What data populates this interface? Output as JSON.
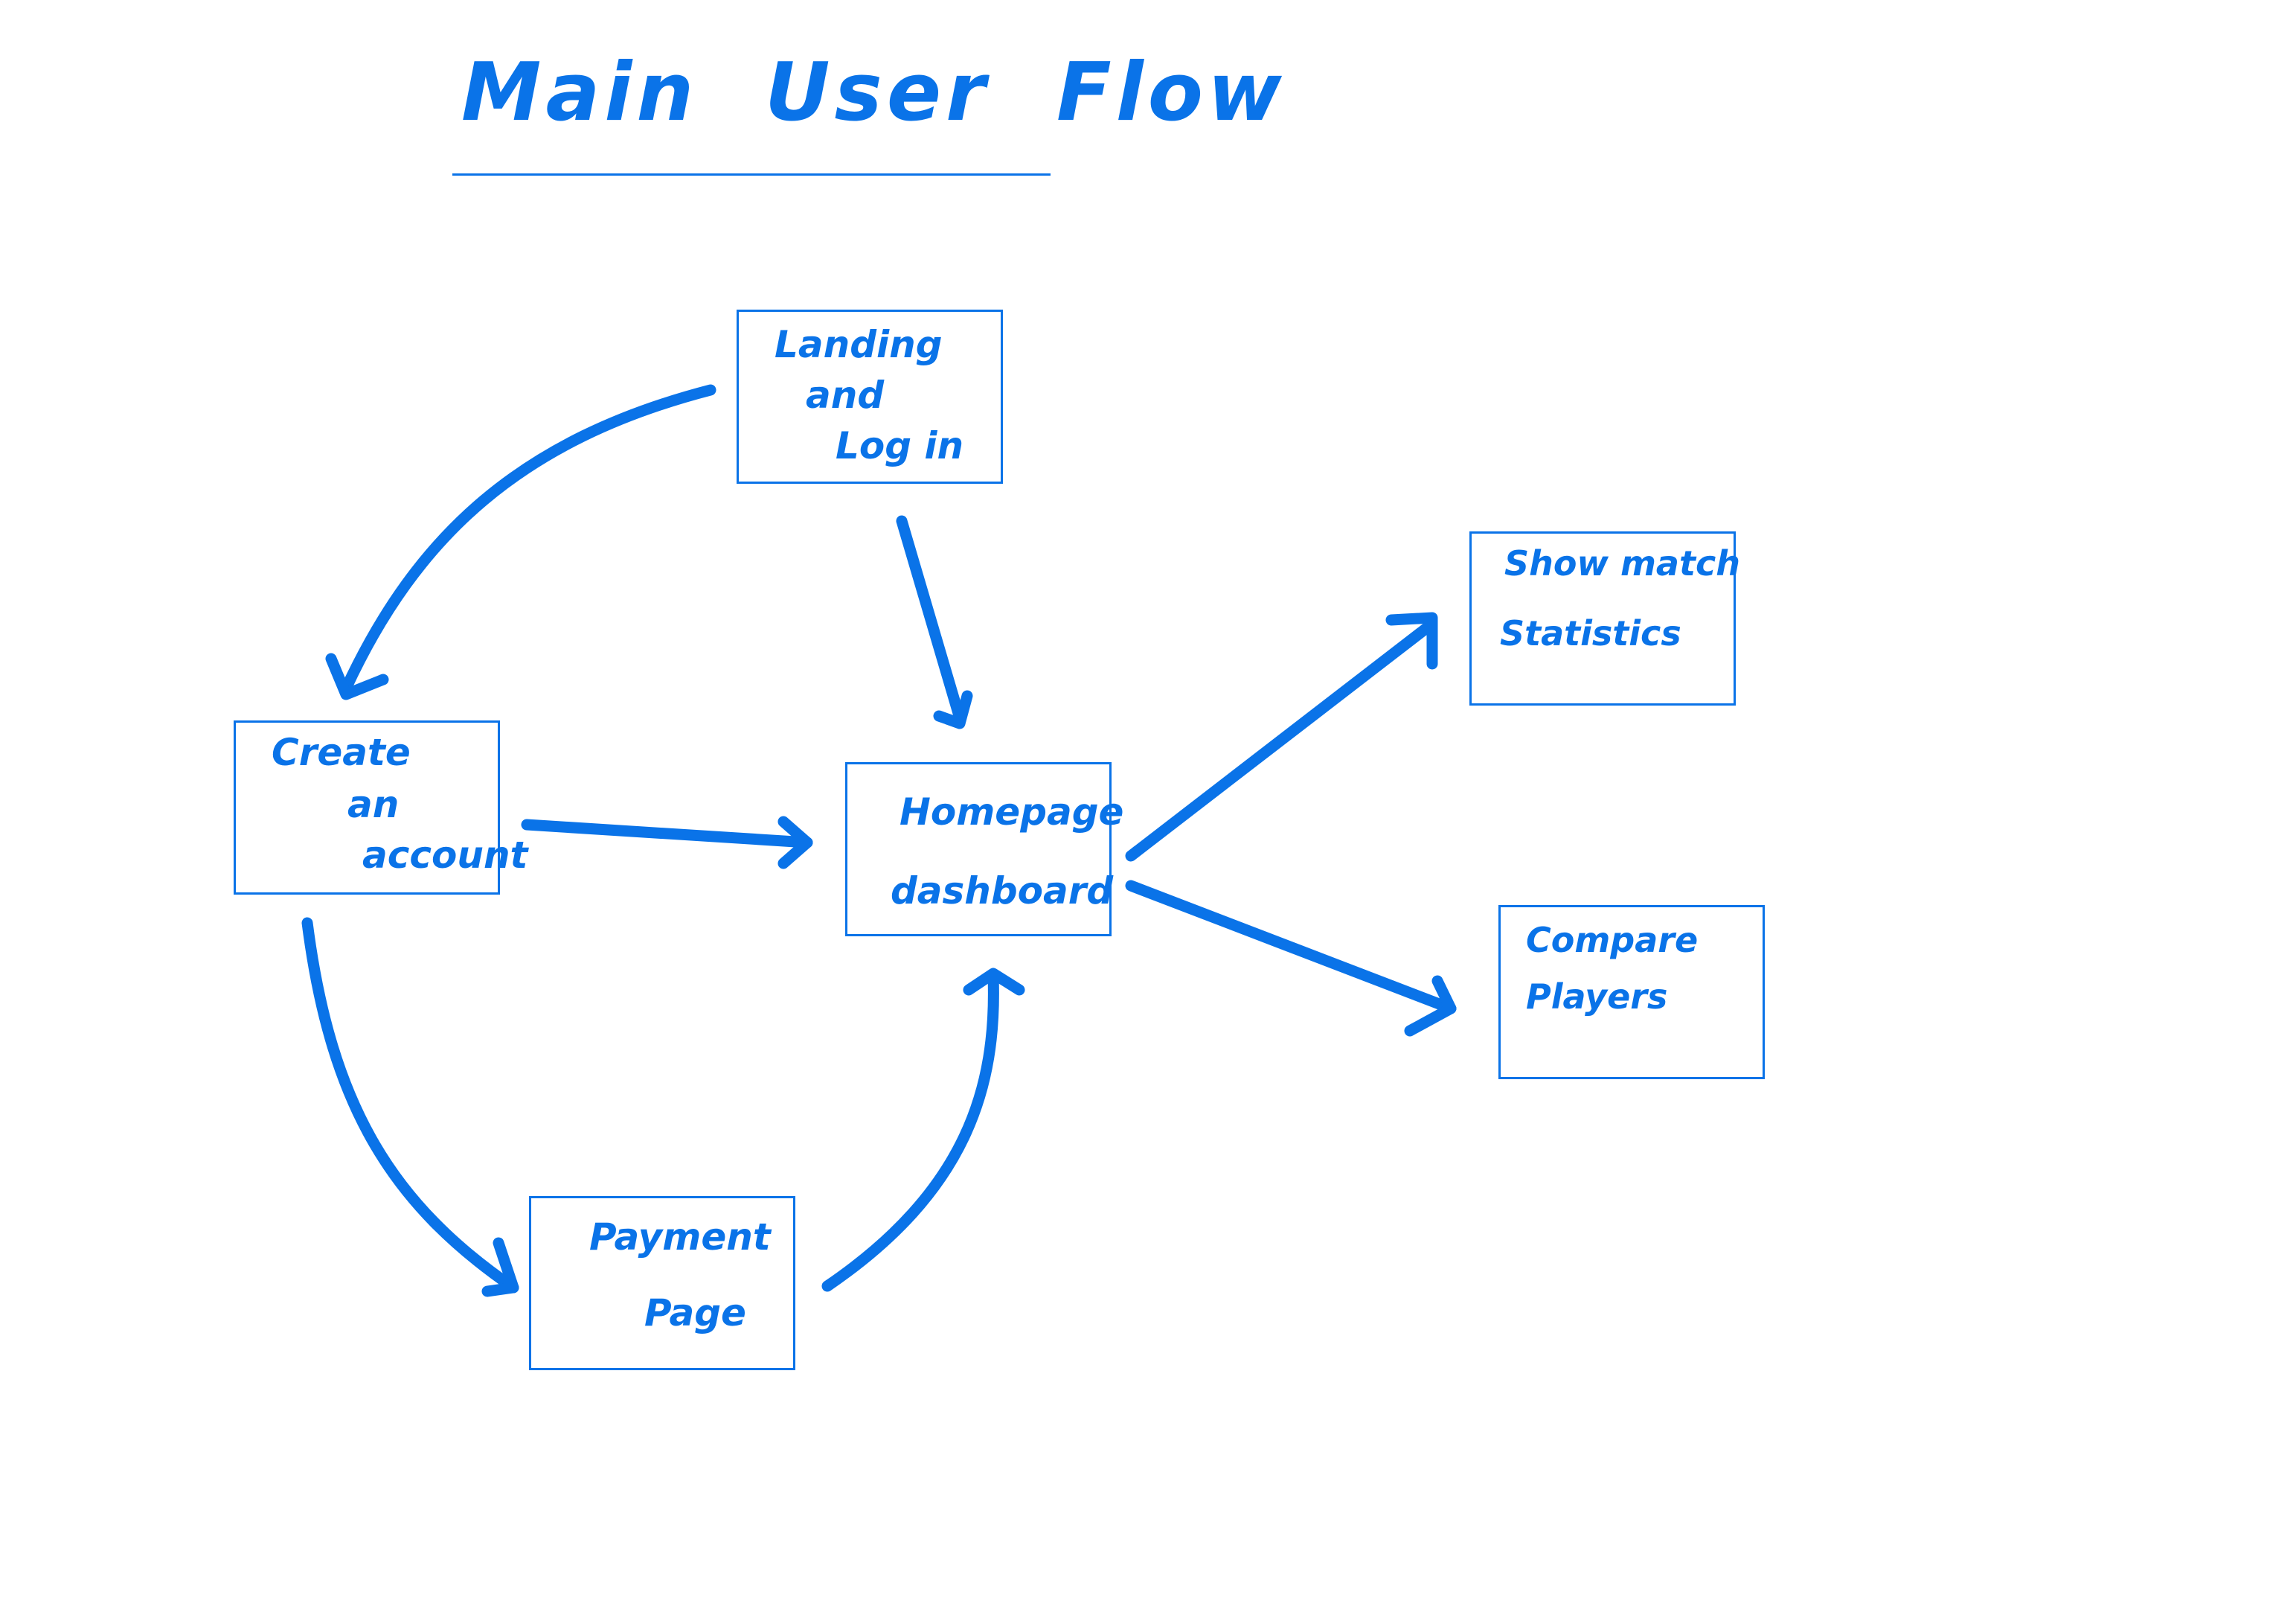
{
  "title": "Main User Flow",
  "colors": {
    "ink": "#0a73e8",
    "background": "#ffffff"
  },
  "nodes": {
    "landing": {
      "lines": [
        "Landing",
        "and",
        "Log in"
      ]
    },
    "create_account": {
      "lines": [
        "Create",
        "an",
        "account"
      ]
    },
    "homepage": {
      "lines": [
        "Homepage",
        "dashboard"
      ]
    },
    "payment": {
      "lines": [
        "Payment",
        "Page"
      ]
    },
    "show_match": {
      "lines": [
        "Show match",
        "Statistics"
      ]
    },
    "compare": {
      "lines": [
        "Compare",
        "Players"
      ]
    }
  },
  "edges": [
    {
      "from": "Landing and Log in",
      "to": "Create an account"
    },
    {
      "from": "Landing and Log in",
      "to": "Homepage dashboard"
    },
    {
      "from": "Create an account",
      "to": "Homepage dashboard"
    },
    {
      "from": "Create an account",
      "to": "Payment Page"
    },
    {
      "from": "Payment Page",
      "to": "Homepage dashboard"
    },
    {
      "from": "Homepage dashboard",
      "to": "Show match Statistics"
    },
    {
      "from": "Homepage dashboard",
      "to": "Compare Players"
    }
  ]
}
